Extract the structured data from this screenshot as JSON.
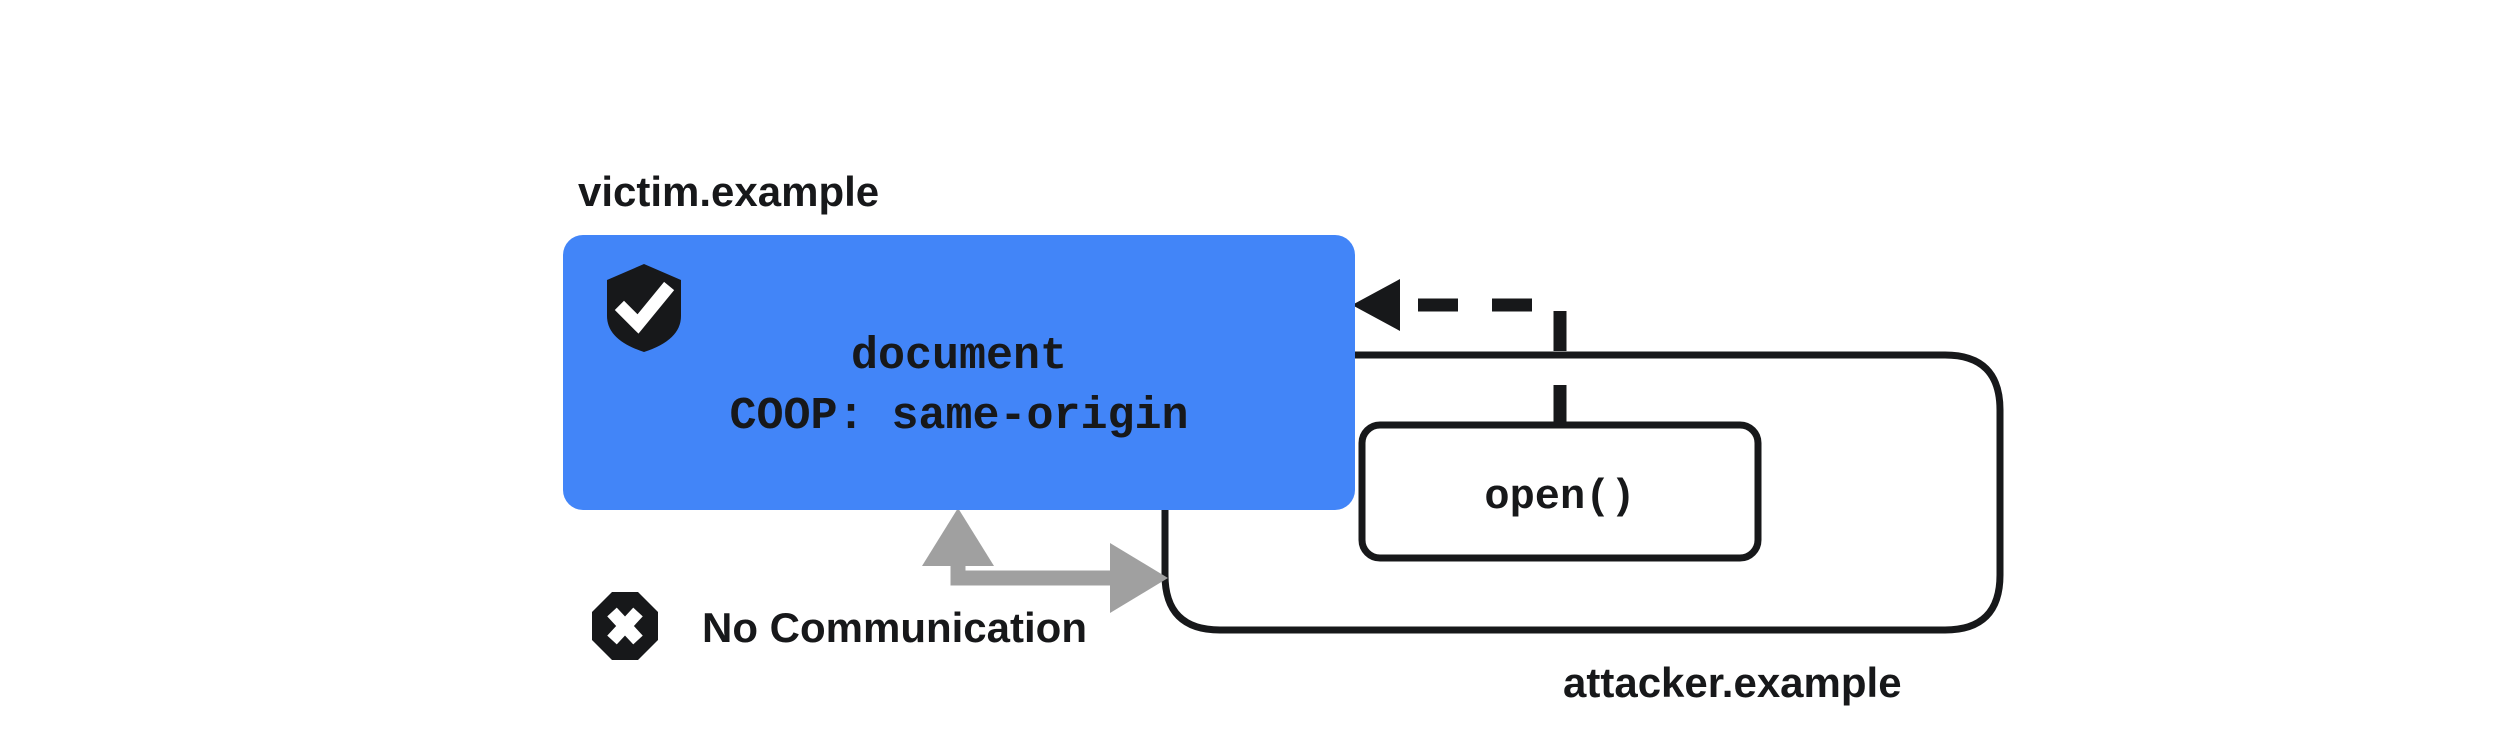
{
  "diagram": {
    "title_victim": "victim.example",
    "title_attacker": "attacker.example",
    "colors": {
      "victim_fill": "#4285F8",
      "ink": "#17181A",
      "stroke": "#17181A",
      "no_comm_arrow": "#A0A0A0",
      "page_background": "#FFFFFF",
      "icon_glyph": "#FFFFFF"
    },
    "victim_box": {
      "label_document": "document",
      "label_coop": "COOP: same-origin",
      "shield_icon_name": "shield-check-icon"
    },
    "attacker_box": {
      "open_call_label": "open()"
    },
    "no_communication": {
      "label": "No Communication",
      "icon_name": "octagon-x-icon"
    },
    "connectors": {
      "open_arrow_style": "dashed",
      "no_comm_arrow_style": "solid-elbow-bidirectional"
    }
  }
}
